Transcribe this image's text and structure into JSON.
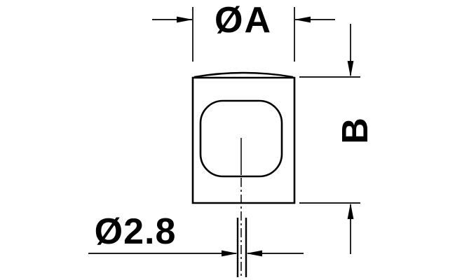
{
  "drawing": {
    "kind": "technical dimension drawing",
    "background_color": "#ffffff",
    "line_color": "#000000",
    "labels": {
      "top_diameter": "ØA",
      "side_height": "B",
      "pin_diameter": "Ø2.8"
    }
  }
}
